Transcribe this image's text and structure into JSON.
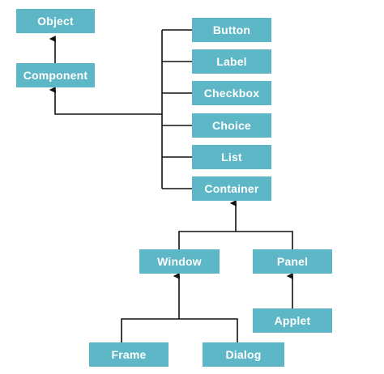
{
  "colors": {
    "node_fill": "#5eb7c6",
    "connector": "#111111",
    "background": "#ffffff"
  },
  "nodes": {
    "object": "Object",
    "component": "Component",
    "button": "Button",
    "label": "Label",
    "checkbox": "Checkbox",
    "choice": "Choice",
    "list": "List",
    "container": "Container",
    "window": "Window",
    "panel": "Panel",
    "applet": "Applet",
    "frame": "Frame",
    "dialog": "Dialog"
  },
  "edges": [
    {
      "from": "component",
      "to": "object"
    },
    {
      "from": "button",
      "to": "component"
    },
    {
      "from": "label",
      "to": "component"
    },
    {
      "from": "checkbox",
      "to": "component"
    },
    {
      "from": "choice",
      "to": "component"
    },
    {
      "from": "list",
      "to": "component"
    },
    {
      "from": "container",
      "to": "component"
    },
    {
      "from": "window",
      "to": "container"
    },
    {
      "from": "panel",
      "to": "container"
    },
    {
      "from": "applet",
      "to": "panel"
    },
    {
      "from": "frame",
      "to": "window"
    },
    {
      "from": "dialog",
      "to": "window"
    }
  ]
}
